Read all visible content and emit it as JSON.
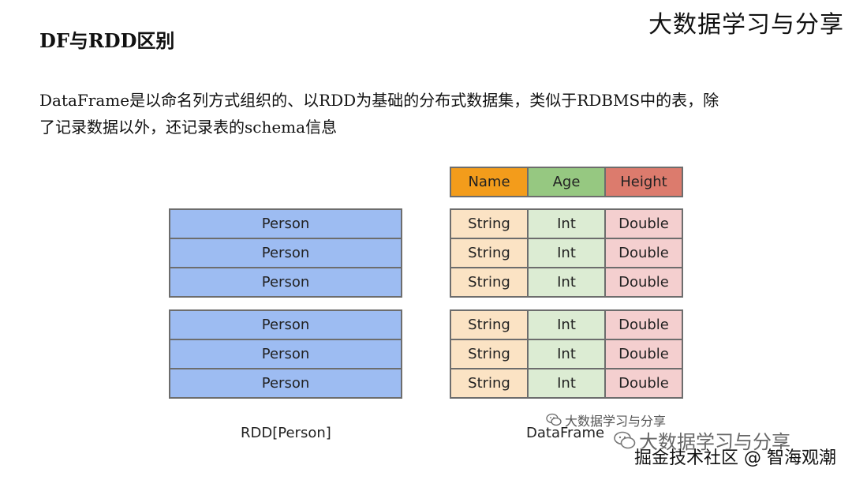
{
  "brand": "大数据学习与分享",
  "title": "DF与RDD区别",
  "description": {
    "line1": "DataFrame是以命名列方式组织的、以RDD为基础的分布式数据集，类似于RDBMS中的表，除",
    "line2": "了记录数据以外，还记录表的schema信息"
  },
  "rdd": {
    "caption": "RDD[Person]",
    "groups": [
      [
        "Person",
        "Person",
        "Person"
      ],
      [
        "Person",
        "Person",
        "Person"
      ]
    ]
  },
  "dataframe": {
    "caption": "DataFrame",
    "header": [
      "Name",
      "Age",
      "Height"
    ],
    "groups": [
      [
        [
          "String",
          "Int",
          "Double"
        ],
        [
          "String",
          "Int",
          "Double"
        ],
        [
          "String",
          "Int",
          "Double"
        ]
      ],
      [
        [
          "String",
          "Int",
          "Double"
        ],
        [
          "String",
          "Int",
          "Double"
        ],
        [
          "String",
          "Int",
          "Double"
        ]
      ]
    ]
  },
  "watermarks": {
    "small": "大数据学习与分享",
    "large": "大数据学习与分享",
    "footer": "掘金技术社区 @ 智海观潮"
  },
  "colors": {
    "rdd_row": "#9dbcf2",
    "header_name": "#f39c1b",
    "header_age": "#96c881",
    "header_height": "#dc7b6d",
    "cell_string": "#fbe3c4",
    "cell_int": "#dcecd3",
    "cell_double": "#f4cfcf"
  }
}
